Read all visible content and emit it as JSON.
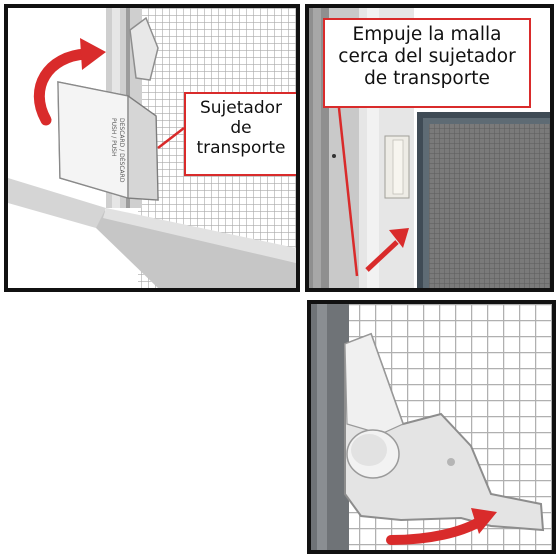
{
  "panel1": {
    "callout_lines": [
      "Sujetador",
      "de",
      "transporte"
    ],
    "clip_text_lines": [
      "DESCARD / DÉSCARD",
      "PUSH / PUSH"
    ]
  },
  "panel2": {
    "callout_lines": [
      "Empuje la malla",
      "cerca del sujetador",
      "de transporte"
    ]
  },
  "colors": {
    "arrow_red": "#d92b2b",
    "border": "#111111",
    "frame_gray": "#b9b9b9",
    "clip_white": "#ececec"
  },
  "icons": [
    "curved-arrow-icon",
    "straight-arrow-icon",
    "curved-arrow-bottom-icon"
  ]
}
